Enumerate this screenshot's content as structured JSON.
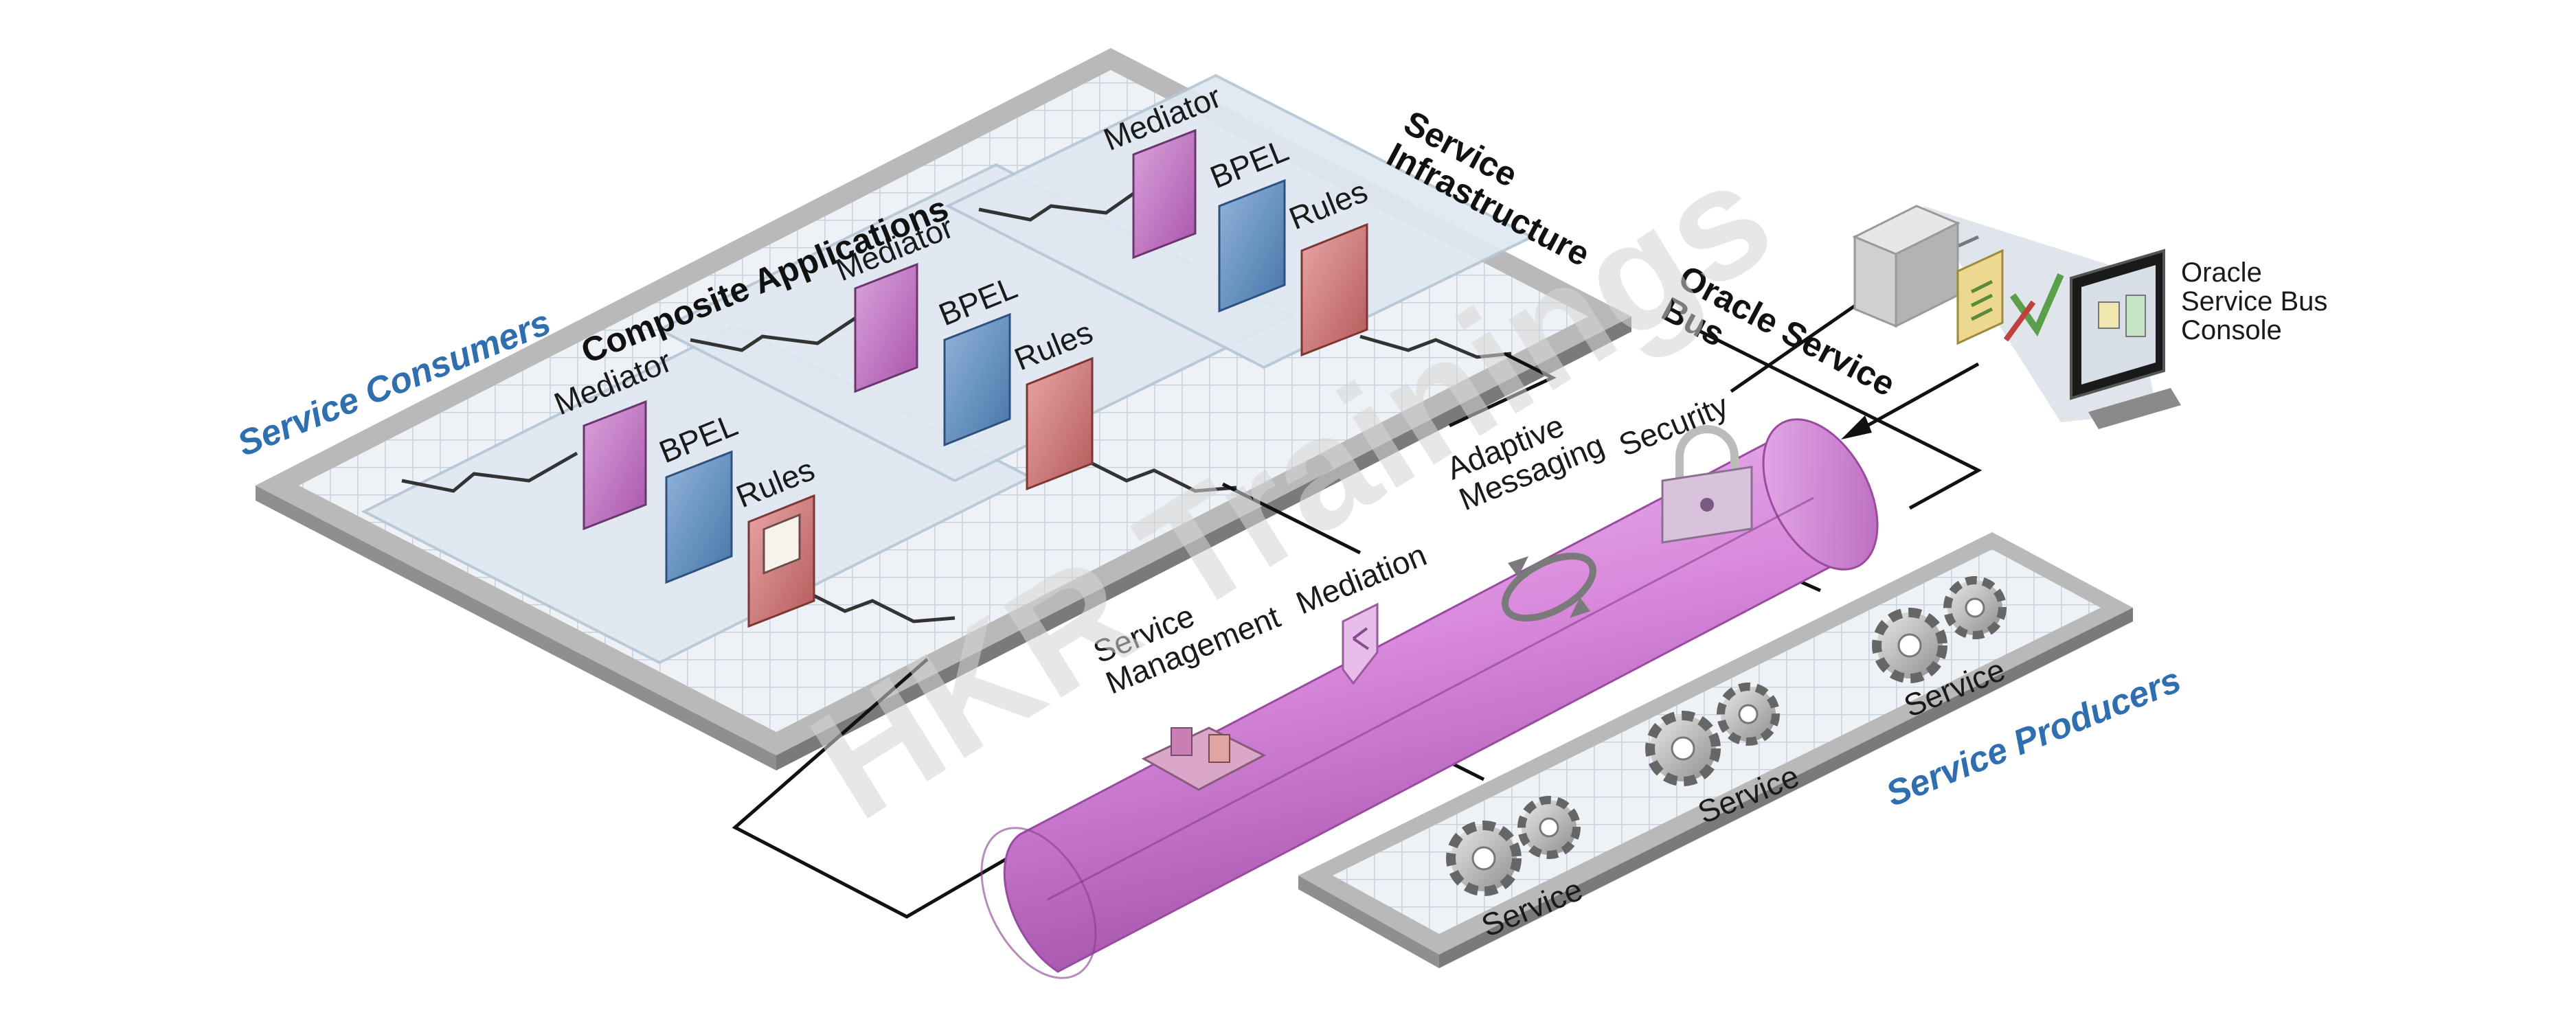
{
  "watermark": "HKR Trainings",
  "colors": {
    "frame": "#a7a7a7",
    "platform": "#dde7f1",
    "mediator": "#c479c4",
    "bpel": "#5f8fc2",
    "rules": "#d27c7c",
    "bus": "#d889dc",
    "blue_label": "#2f6fb0"
  },
  "consumers": {
    "region_label": "Service Consumers",
    "composite_title": "Composite Applications",
    "infrastructure_title": "Service\nInfrastructure",
    "groups": [
      {
        "mediator": "Mediator",
        "bpel": "BPEL",
        "rules": "Rules"
      },
      {
        "mediator": "Mediator",
        "bpel": "BPEL",
        "rules": "Rules"
      },
      {
        "mediator": "Mediator",
        "bpel": "BPEL",
        "rules": "Rules"
      }
    ]
  },
  "bus": {
    "title": "Oracle Service\nBus",
    "capabilities": [
      {
        "label": "Service\nManagement",
        "icon": "service-management-icon"
      },
      {
        "label": "Mediation",
        "icon": "mediation-icon"
      },
      {
        "label": "Adaptive\nMessaging",
        "icon": "messaging-icon"
      },
      {
        "label": "Security",
        "icon": "lock-icon"
      }
    ]
  },
  "console": {
    "label": "Oracle\nService Bus\nConsole"
  },
  "producers": {
    "region_label": "Service Producers",
    "services": [
      "Service",
      "Service",
      "Service"
    ]
  }
}
